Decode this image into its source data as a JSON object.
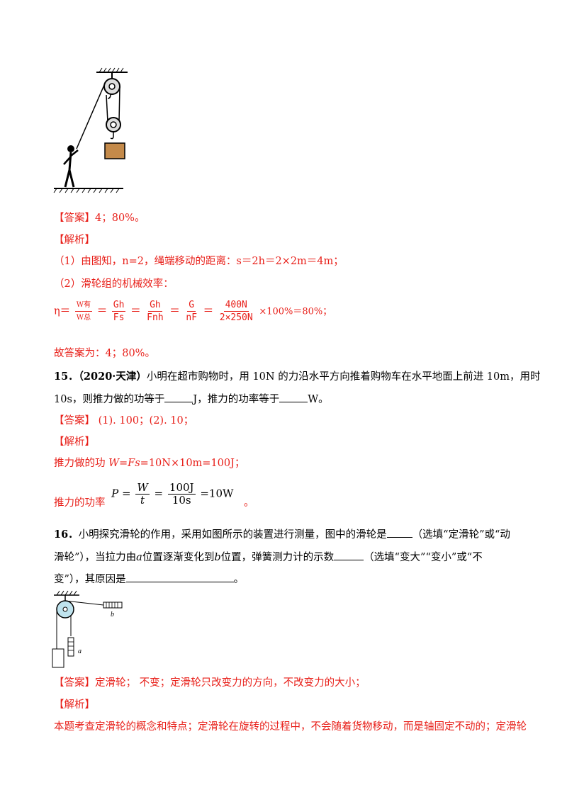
{
  "q14": {
    "answer_tag": "【答案】",
    "answer": "4；80%。",
    "analysis_tag": "【解析】",
    "step1": "（1）由图知，n=2，绳端移动的距离：s＝2h＝2×2m＝4m；",
    "step2": "（2）滑轮组的机械效率：",
    "eta": "η＝",
    "w_num": "W有",
    "w_den": "W总",
    "eq": "＝",
    "f1_num": "Gh",
    "f1_den": "Fs",
    "f2_num": "Gh",
    "f2_den": "Fnh",
    "f3_num": "G",
    "f3_den": "nF",
    "f4_num": "400N",
    "f4_den": "2×250N",
    "tail": "×100%＝80%；",
    "conclusion": "故答案为：4；80%。"
  },
  "q15": {
    "number": "15．",
    "source": "（2020·天津）",
    "text1": "小明在超市购物时，用 10N 的力沿水平方向推着购物车在水平地面上前进 10m，用时",
    "text2a": "10s，则推力做的功等于",
    "text2b": "J，推力的功率等于",
    "text2c": "W。",
    "answer_tag": "【答案】",
    "answer": "(1). 100；(2). 10；",
    "analysis_tag": "【解析】",
    "work_prefix": "推力做的功 ",
    "work_formula": "W=Fs",
    "work_rest": "=10N×10m=100J；",
    "power_prefix": "推力的功率",
    "p_lhs": "P",
    "p_eq": "=",
    "p_num1": "W",
    "p_den1": "t",
    "p_num2": "100J",
    "p_den2": "10s",
    "p_result": "=10W",
    "period": "。"
  },
  "q16": {
    "number": "16．",
    "text1": "小明探究滑轮的作用，采用如图所示的装置进行测量，图中的滑轮是",
    "text1b": "（选填“定滑轮”或“动",
    "text2a": "滑轮”），当拉力由",
    "pos_a": "a",
    "text2b": "位置逐渐变化到",
    "pos_b": "b",
    "text2c": "位置，弹簧测力计的示数",
    "text2d": "（选填“变大”“变小”或“不",
    "text3a": "变”），其原因是",
    "text3b": "。",
    "fig_label_a": "a",
    "fig_label_b": "b",
    "answer_tag": "【答案】",
    "answer": "定滑轮；  不变；定滑轮只改变力的方向，不改变力的大小；",
    "analysis_tag": "【解析】",
    "analysis": "本题考查定滑轮的概念和特点；定滑轮在旋转的过程中，不会随着货物移动，而是轴固定不动的；定滑轮"
  }
}
